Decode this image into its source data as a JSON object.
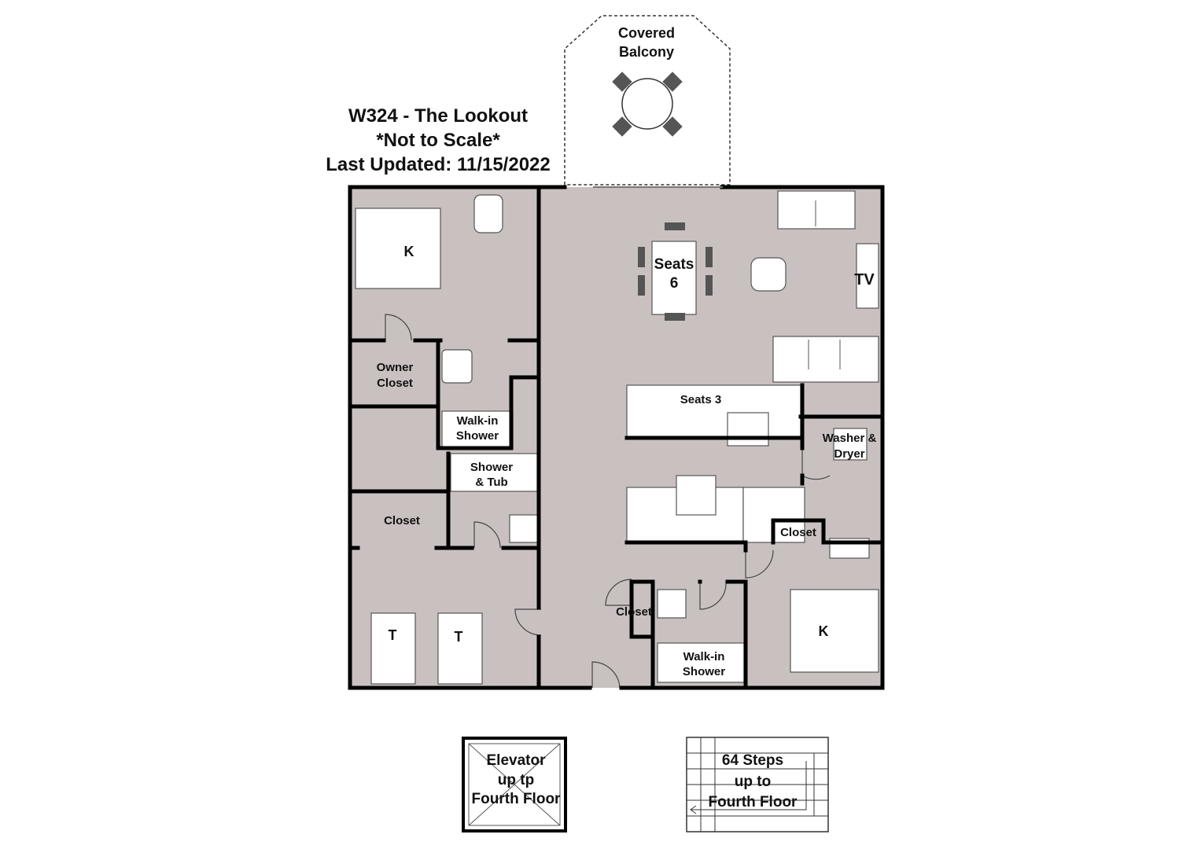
{
  "header": {
    "title": "W324 - The Lookout",
    "scale_note": "*Not to Scale*",
    "updated": "Last Updated: 11/15/2022"
  },
  "rooms": {
    "balcony_line1": "Covered",
    "balcony_line2": "Balcony",
    "master_bed": "K",
    "dining_line1": "Seats",
    "dining_line2": "6",
    "tv": "TV",
    "owner_closet_line1": "Owner",
    "owner_closet_line2": "Closet",
    "walkin_shower1_line1": "Walk-in",
    "walkin_shower1_line2": "Shower",
    "shower_tub_line1": "Shower",
    "shower_tub_line2": "& Tub",
    "closet_left": "Closet",
    "twin1": "T",
    "twin2": "T",
    "bar": "Seats 3",
    "washer_line1": "Washer &",
    "washer_line2": "Dryer",
    "closet_mid": "Closet",
    "closet_hall": "Closet",
    "walkin_shower2_line1": "Walk-in",
    "walkin_shower2_line2": "Shower",
    "second_bed": "K"
  },
  "access": {
    "elevator_line1": "Elevator",
    "elevator_line2": "up tp",
    "elevator_line3": "Fourth Floor",
    "stairs_line1": "64 Steps",
    "stairs_line2": "up to",
    "stairs_line3": "Fourth Floor"
  },
  "colors": {
    "floor": "#c9c1c0",
    "wall": "#000000"
  }
}
